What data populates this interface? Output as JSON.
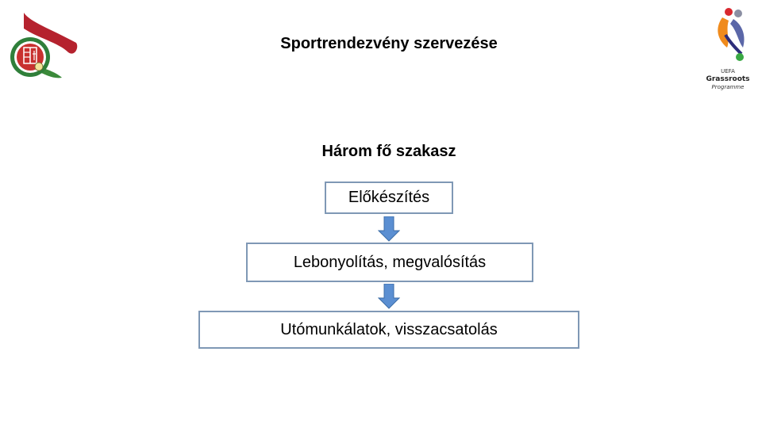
{
  "slide": {
    "title": "Sportrendezvény szervezése",
    "subtitle": "Három fő szakasz"
  },
  "flow": {
    "steps": [
      "Előkészítés",
      "Lebonyolítás, megvalósítás",
      "Utómunkálatok, visszacsatolás"
    ],
    "box_border_color": "#7f98b5",
    "arrow_color": "#5b8fd2"
  },
  "logos": {
    "left": "hungarian-football-federation-logo",
    "right": {
      "name": "uefa-grassroots-logo",
      "line1": "UEFA",
      "line2": "Grassroots",
      "line3": "Programme"
    }
  }
}
